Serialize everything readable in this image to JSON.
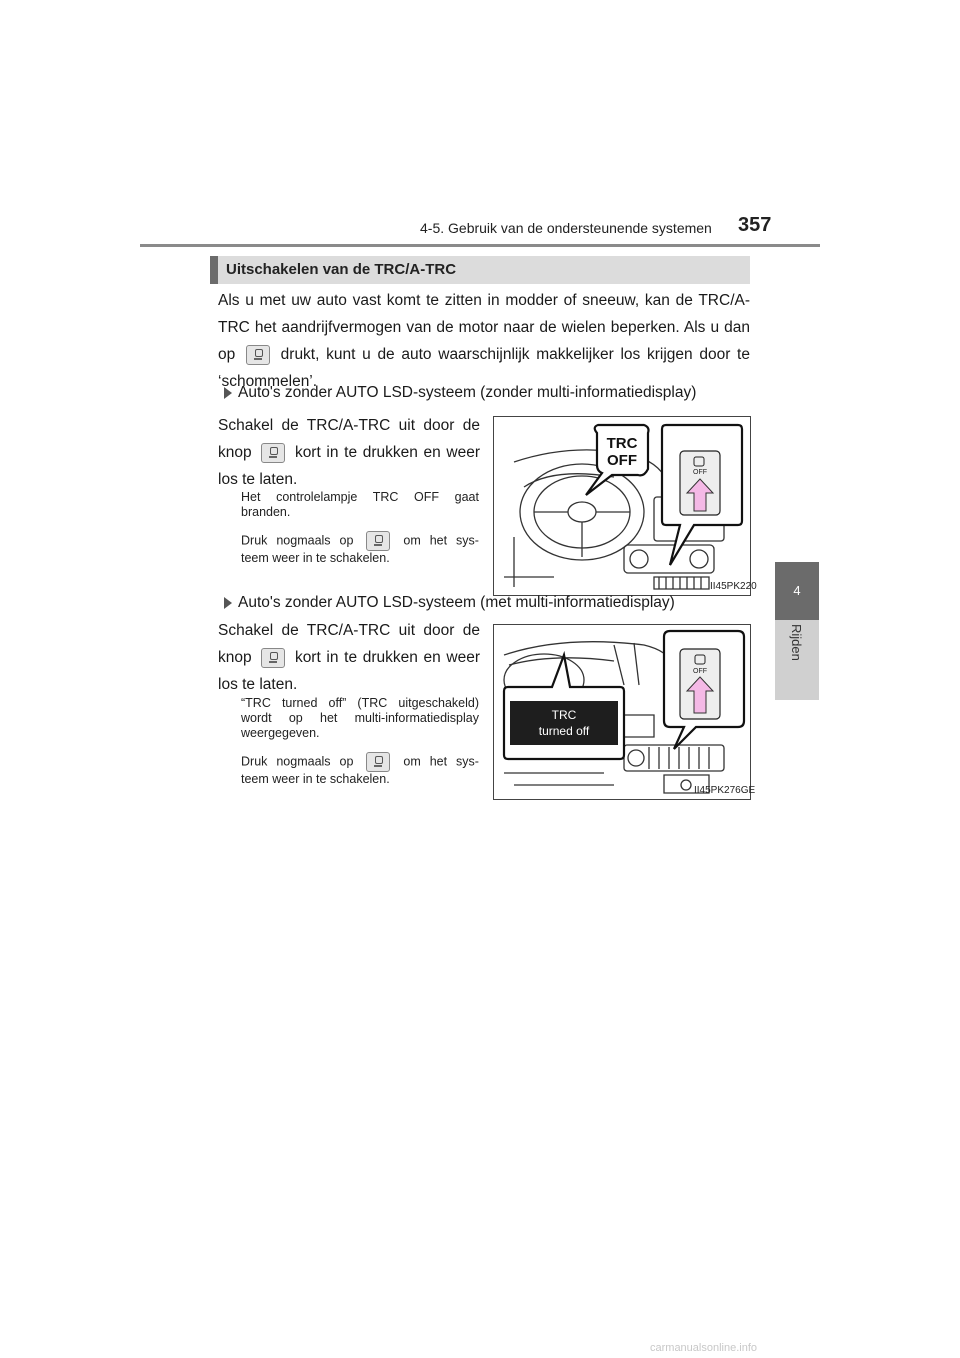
{
  "header": {
    "section_title": "4-5. Gebruik van de ondersteunende systemen",
    "page_number": "357"
  },
  "side_tab": {
    "chapter_number": "4",
    "chapter_label": "Rijden"
  },
  "section": {
    "heading": "Uitschakelen van de TRC/A-TRC"
  },
  "intro": {
    "line1": "Als u met uw auto vast komt te zitten in modder of sneeuw, kan de TRC/A-",
    "line2": "TRC het aandrijfvermogen van de motor naar de wielen beperken. Als u dan",
    "line3_before": "op",
    "line3_after": "drukt, kunt u de auto waarschijnlijk makkelijker los krijgen door te",
    "line4": "‘schommelen’."
  },
  "case1": {
    "bullet": "Auto's zonder AUTO LSD-systeem (zonder multi-informatiedisplay)",
    "line1": "Schakel de TRC/A-TRC uit door de",
    "line2_before": "knop",
    "line2_after": "kort in te drukken en weer",
    "line3": "los te laten.",
    "note1_line1": "Het controlelampje TRC OFF gaat",
    "note1_line2": "branden.",
    "note2_before": "Druk nogmaals op",
    "note2_after": "om het sys-",
    "note2_line2": "teem weer in te schakelen.",
    "figure": {
      "callout_line1": "TRC",
      "callout_line2": "OFF",
      "button_label": "OFF",
      "code": "II45PK220"
    }
  },
  "case2": {
    "bullet": "Auto's zonder AUTO LSD-systeem (met multi-informatiedisplay)",
    "line1": "Schakel de TRC/A-TRC uit door de",
    "line2_before": "knop",
    "line2_after": "kort in te drukken en weer",
    "line3": "los te laten.",
    "note1_line1": "“TRC turned off” (TRC uitgeschakeld)",
    "note1_line2": "wordt op het multi-informatiedisplay",
    "note1_line3": "weergegeven.",
    "note2_before": "Druk nogmaals op",
    "note2_after": "om het sys-",
    "note2_line2": "teem weer in te schakelen.",
    "figure": {
      "display_line1": "TRC",
      "display_line2": "turned off",
      "button_label": "OFF",
      "code": "II45PK276GE"
    }
  },
  "watermark": "carmanualsonline.info"
}
